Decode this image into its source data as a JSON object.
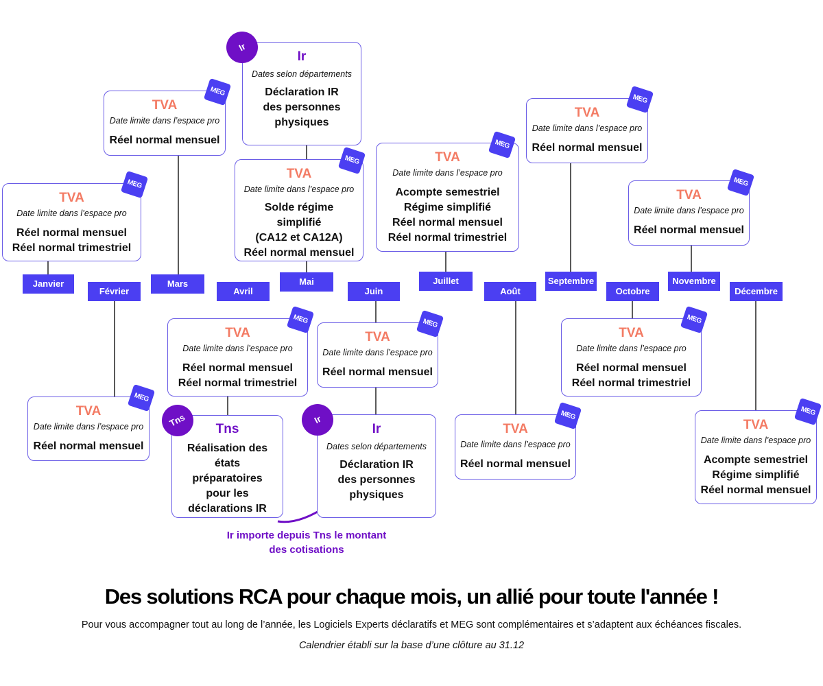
{
  "months": [
    "Janvier",
    "Février",
    "Mars",
    "Avril",
    "Mai",
    "Juin",
    "Juillet",
    "Août",
    "Septembre",
    "Octobre",
    "Novembre",
    "Décembre"
  ],
  "common": {
    "tva": "TVA",
    "tva_sub": "Date limite dans l’espace pro",
    "ir": "Ir",
    "ir_sub": "Dates selon départements",
    "tns": "Tns",
    "meg": "MEG"
  },
  "cards": {
    "janvier_body": "Réel normal mensuel\nRéel normal trimestriel",
    "fevrier_body": "Réel normal mensuel",
    "mars_body": "Réel normal mensuel",
    "avril_body": "Réel normal mensuel\nRéel normal trimestriel",
    "mai_ir_body": "Déclaration IR\ndes personnes\nphysiques",
    "mai_tva_body": "Solde régime\nsimplifié\n(CA12 et CA12A)\nRéel normal mensuel",
    "avril_tns_body": "Réalisation des\nétats\npréparatoires\npour les\ndéclarations IR",
    "juin_tva_body": "Réel normal mensuel",
    "juin_ir_body": "Déclaration IR\ndes personnes\nphysiques",
    "juillet_body": "Acompte semestriel\nRégime simplifié\nRéel normal mensuel\nRéel normal trimestriel",
    "aout_body": "Réel normal mensuel",
    "septembre_body": "Réel normal mensuel",
    "octobre_body": "Réel normal mensuel\nRéel normal trimestriel",
    "novembre_body": "Réel normal mensuel",
    "decembre_body": "Acompte semestriel\nRégime simplifié\nRéel normal mensuel"
  },
  "note": "Ir importe depuis Tns le montant des cotisations",
  "headline": "Des solutions RCA pour chaque mois, un allié pour toute l'année !",
  "subline": "Pour vous accompagner tout au long de l’année, les Logiciels Experts déclaratifs et MEG sont complémentaires et s’adaptent aux échéances fiscales.",
  "calendar_note": "Calendrier établi sur la base d’une clôture au 31.12",
  "colors": {
    "accent": "#4b3ff2",
    "tva": "#f37b64",
    "ir": "#6f0fc6",
    "border": "#6a5ce6"
  }
}
